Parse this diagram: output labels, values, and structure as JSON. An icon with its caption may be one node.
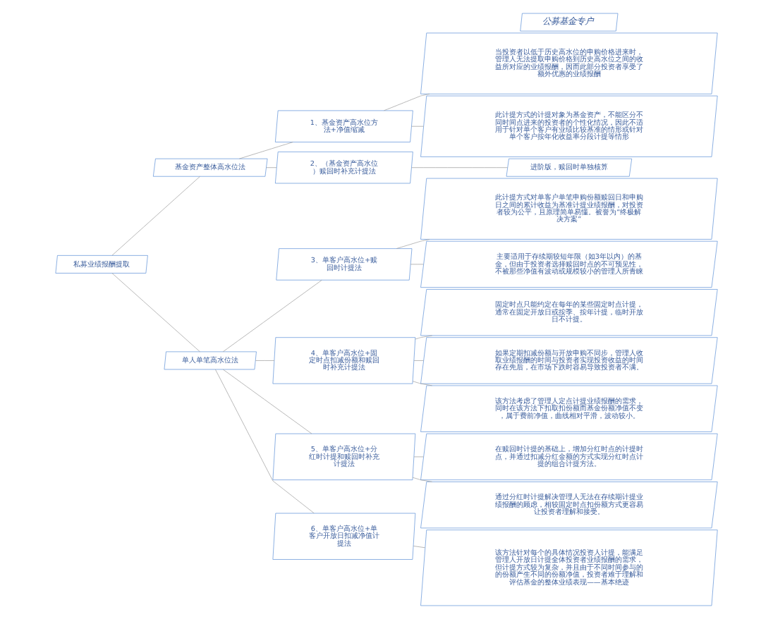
{
  "diagram": {
    "nodes": [
      {
        "text": [
          "私募业绩报酬提取"
        ]
      },
      {
        "text": [
          "基金资产整体高水位法"
        ]
      },
      {
        "text": [
          "1、基金资产高水位方法+净值缩减"
        ]
      },
      {
        "text": [
          "当投资者以低于历史高水位的申购价格进来时，管理人无法提取申购价格到历史高水位之间的收益所对应的业绩报酬，因而此部分投资者享受了额外优惠的业绩报酬"
        ]
      },
      {
        "text": [
          "此计提方式的计提对象为基金资产，不能区分不同时间点进来的投资者的个性化情况，因此不适用于针对单个客户有业绩比较基准的情形或针对单个客户按年化收益率分段计提等情形"
        ]
      },
      {
        "text": [
          "2、（基金资产高水位）赎回时补充计提法"
        ]
      },
      {
        "text": [
          "进阶版，赎回时单独核算"
        ]
      },
      {
        "text": [
          "单人单笔高水位法"
        ]
      },
      {
        "text": [
          "3、单客户高水位+赎回时计提法"
        ]
      },
      {
        "text": [
          "此计提方式对单客户单笔申购份额赎回日和申购日之间的累计收益为基准计提业绩报酬，对投资者较为公平，且原理简单易懂。被誉为“终极解决方案”"
        ]
      },
      {
        "text": [
          "主要适用于存续期较短年限（如3年以内）的基金，但由于投资者选择赎回时点的不可预见性，不被那些净值有波动或规模较小的管理人所青睐"
        ]
      },
      {
        "text": [
          "公募基金专户"
        ]
      },
      {
        "text": [
          "4、单客户高水位+固定时点扣减份额和赎回时补充计提法"
        ]
      },
      {
        "text": [
          "固定时点只能约定在每年的某些固定时点计提，通常在固定开放日或按季、按年计提，临时开放日不计提。"
        ]
      },
      {
        "text": [
          "如果定期扣减份额与开放申购不同步，管理人收取业绩报酬的时间与投资者实现投资收益的时间存在先后，在市场下跌时容易导致投资者不满。"
        ]
      },
      {
        "text": [
          "该方法考虑了管理人定点计提业绩报酬的需求，同时在该方法下扣取扣份额而基金份额净值不变，属于费前净值，曲线相对平滑，波动较小。"
        ]
      },
      {
        "text": [
          "5、单客户高水位+分红时计提和赎回时补充计提法"
        ]
      },
      {
        "text": [
          "在赎回时计提的基础上，增加分红时点的计提时点，并通过扣减分红金额的方式实现分红时点计提的组合计提方法。"
        ]
      },
      {
        "text": [
          "通过分红时计提解决管理人无法在存续期计提业绩报酬的顾虑，相较固定时点扣份额方式更容易让投资者理解和接受。"
        ]
      },
      {
        "text": [
          "6、单客户高水位+单客户开放日扣减净值计提法"
        ]
      },
      {
        "text": [
          "该方法针对每个的具体情况投资人计提，能满足管理人开放日计提全体投资者业绩报酬的需求，但计提方式较为复杂，并且由于不同时间参与的的份额产生不同的份额净值，投资者难于理解和评估基金的整体业绩表现——基本绝迹"
        ]
      }
    ],
    "edges": [
      {
        "from": 0,
        "to": 1,
        "arrow": "none"
      },
      {
        "from": 1,
        "to": 2,
        "arrow": "none"
      },
      {
        "from": 2,
        "to": 3,
        "arrow": "none"
      },
      {
        "from": 2,
        "to": 4,
        "arrow": "none"
      },
      {
        "from": 1,
        "to": 5,
        "arrow": "none"
      },
      {
        "from": 5,
        "to": 6,
        "arrow": "none"
      },
      {
        "from": 0,
        "to": 7,
        "arrow": "none"
      },
      {
        "from": 7,
        "to": 8,
        "arrow": "none"
      },
      {
        "from": 8,
        "to": 9,
        "arrow": "none"
      },
      {
        "from": 8,
        "to": 10,
        "arrow": "none"
      },
      {
        "from": 7,
        "to": 12,
        "arrow": "none"
      },
      {
        "from": 12,
        "to": 13,
        "arrow": "none"
      },
      {
        "from": 12,
        "to": 14,
        "arrow": "none"
      },
      {
        "from": 12,
        "to": 15,
        "arrow": "none"
      },
      {
        "from": 7,
        "to": 16,
        "arrow": "none"
      },
      {
        "from": 16,
        "to": 17,
        "arrow": "none"
      },
      {
        "from": 16,
        "to": 18,
        "arrow": "none"
      },
      {
        "from": 7,
        "to": 19,
        "arrow": "none"
      },
      {
        "from": 19,
        "to": 20,
        "arrow": "none"
      }
    ]
  }
}
